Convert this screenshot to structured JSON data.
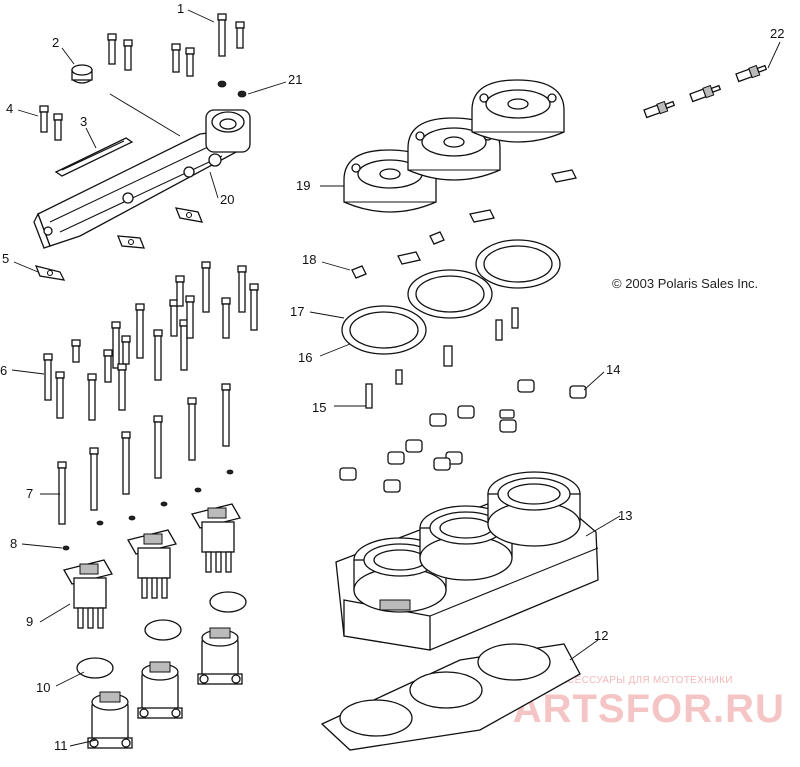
{
  "copyright": "© 2003 Polaris Sales Inc.",
  "watermark": {
    "tagline": "ЗАПЧАСТИ И АКСЕССУАРЫ ДЛЯ МОТОТЕХНИКИ",
    "brand": "PARTSFOR.RU"
  },
  "callouts": [
    "1",
    "2",
    "3",
    "4",
    "5",
    "6",
    "7",
    "8",
    "9",
    "10",
    "11",
    "12",
    "13",
    "14",
    "15",
    "16",
    "17",
    "18",
    "19",
    "20",
    "21",
    "22"
  ]
}
